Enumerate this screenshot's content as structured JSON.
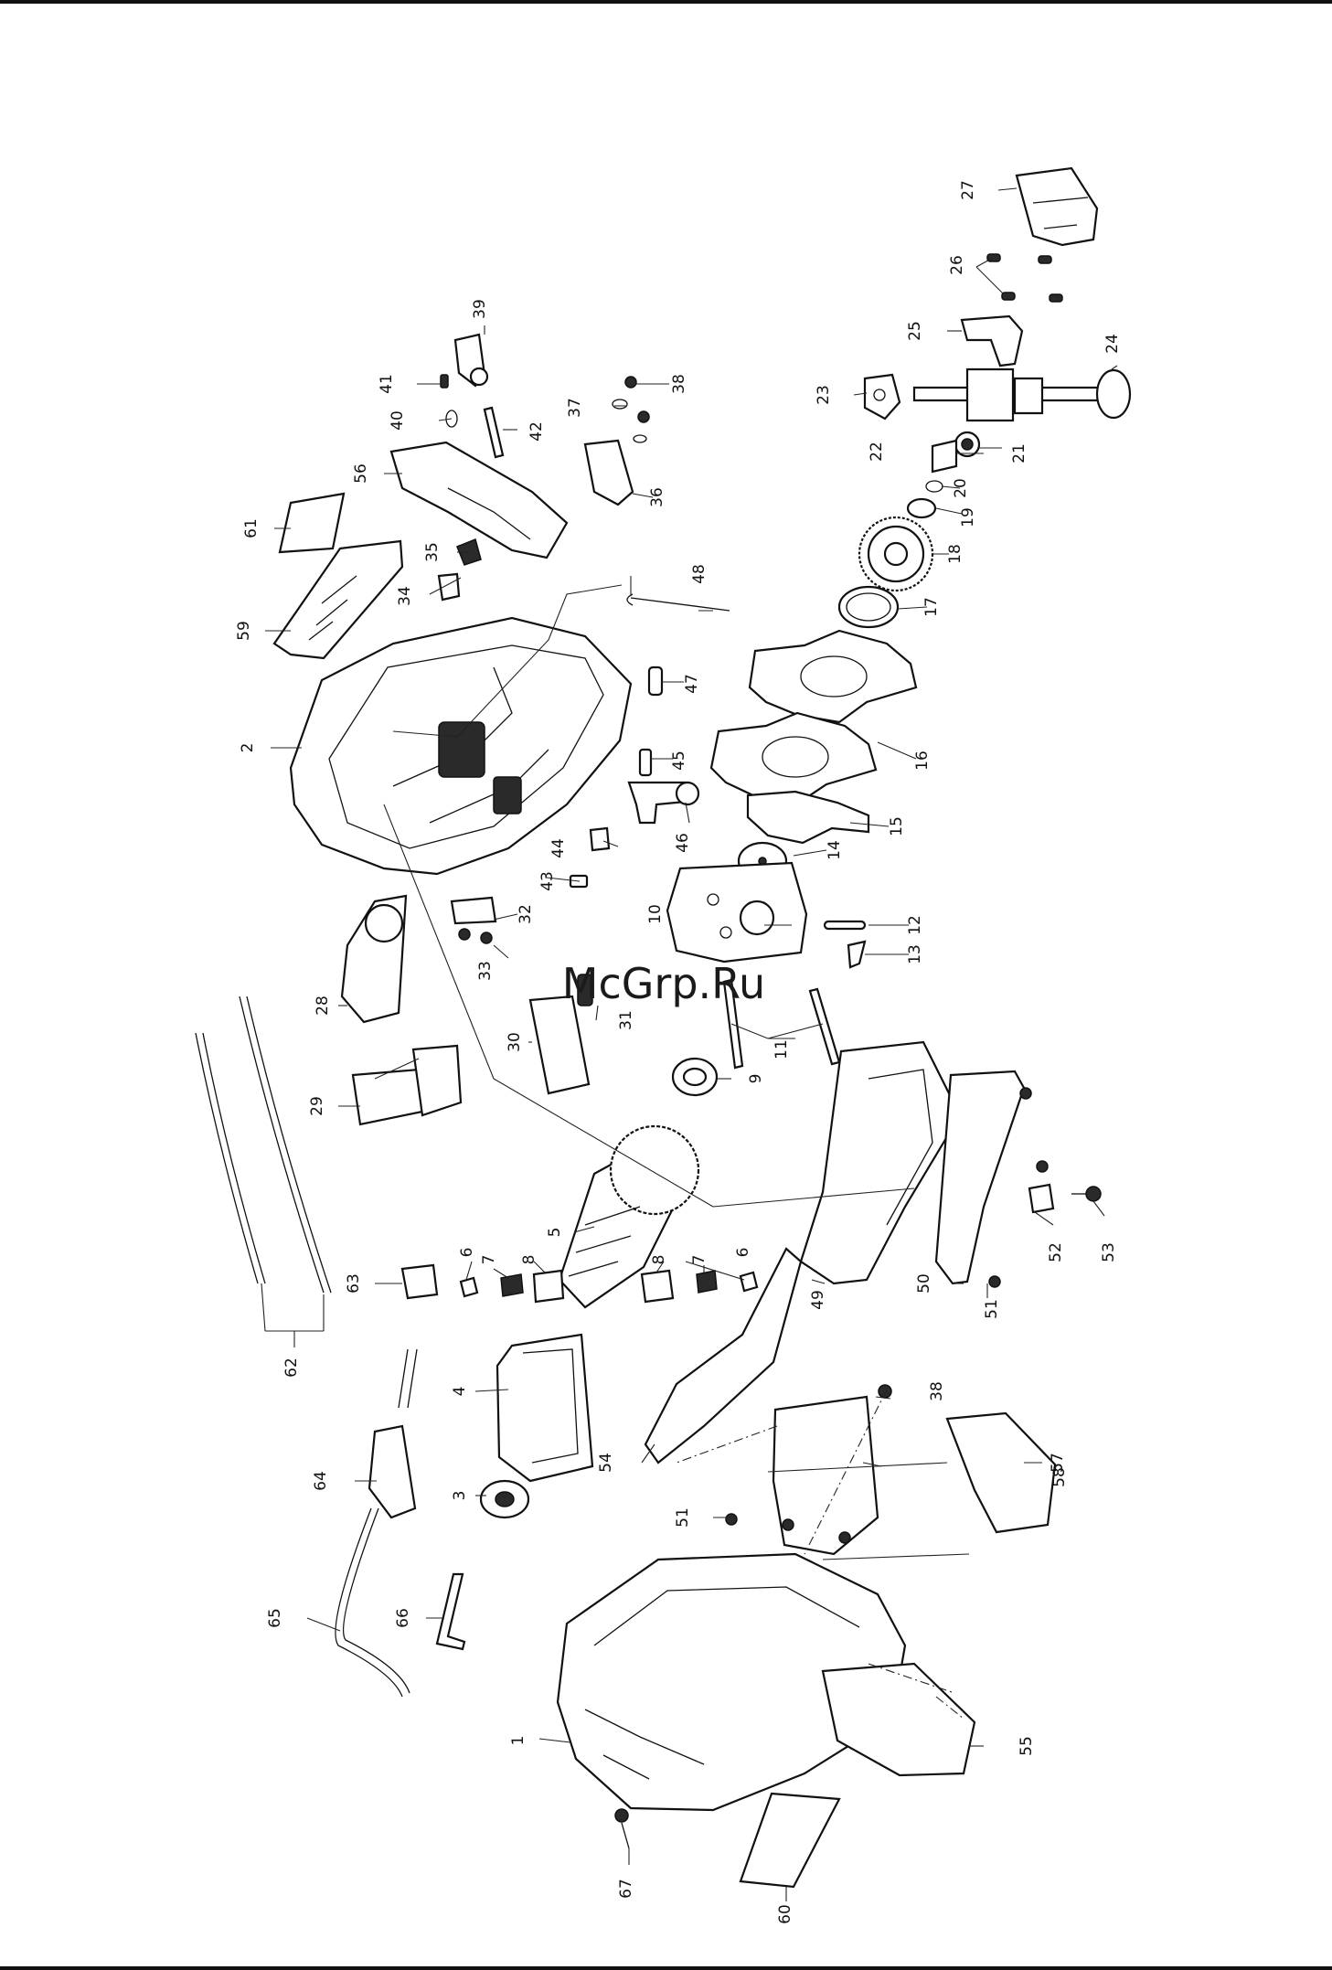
{
  "watermark": "McGrp.Ru",
  "part_labels": [
    "1",
    "2",
    "3",
    "4",
    "5",
    "6",
    "6",
    "7",
    "7",
    "8",
    "8",
    "9",
    "10",
    "11",
    "12",
    "13",
    "14",
    "15",
    "16",
    "17",
    "18",
    "19",
    "20",
    "21",
    "22",
    "23",
    "24",
    "25",
    "26",
    "27",
    "28",
    "29",
    "30",
    "31",
    "32",
    "33",
    "34",
    "35",
    "36",
    "37",
    "38",
    "38",
    "39",
    "40",
    "41",
    "42",
    "43",
    "44",
    "45",
    "46",
    "47",
    "48",
    "49",
    "50",
    "51",
    "51",
    "52",
    "53",
    "54",
    "55",
    "56",
    "57",
    "58",
    "59",
    "60",
    "61",
    "62",
    "63",
    "64",
    "65",
    "66",
    "67"
  ],
  "colors": {
    "ink": "#111111",
    "paper": "#ffffff"
  }
}
